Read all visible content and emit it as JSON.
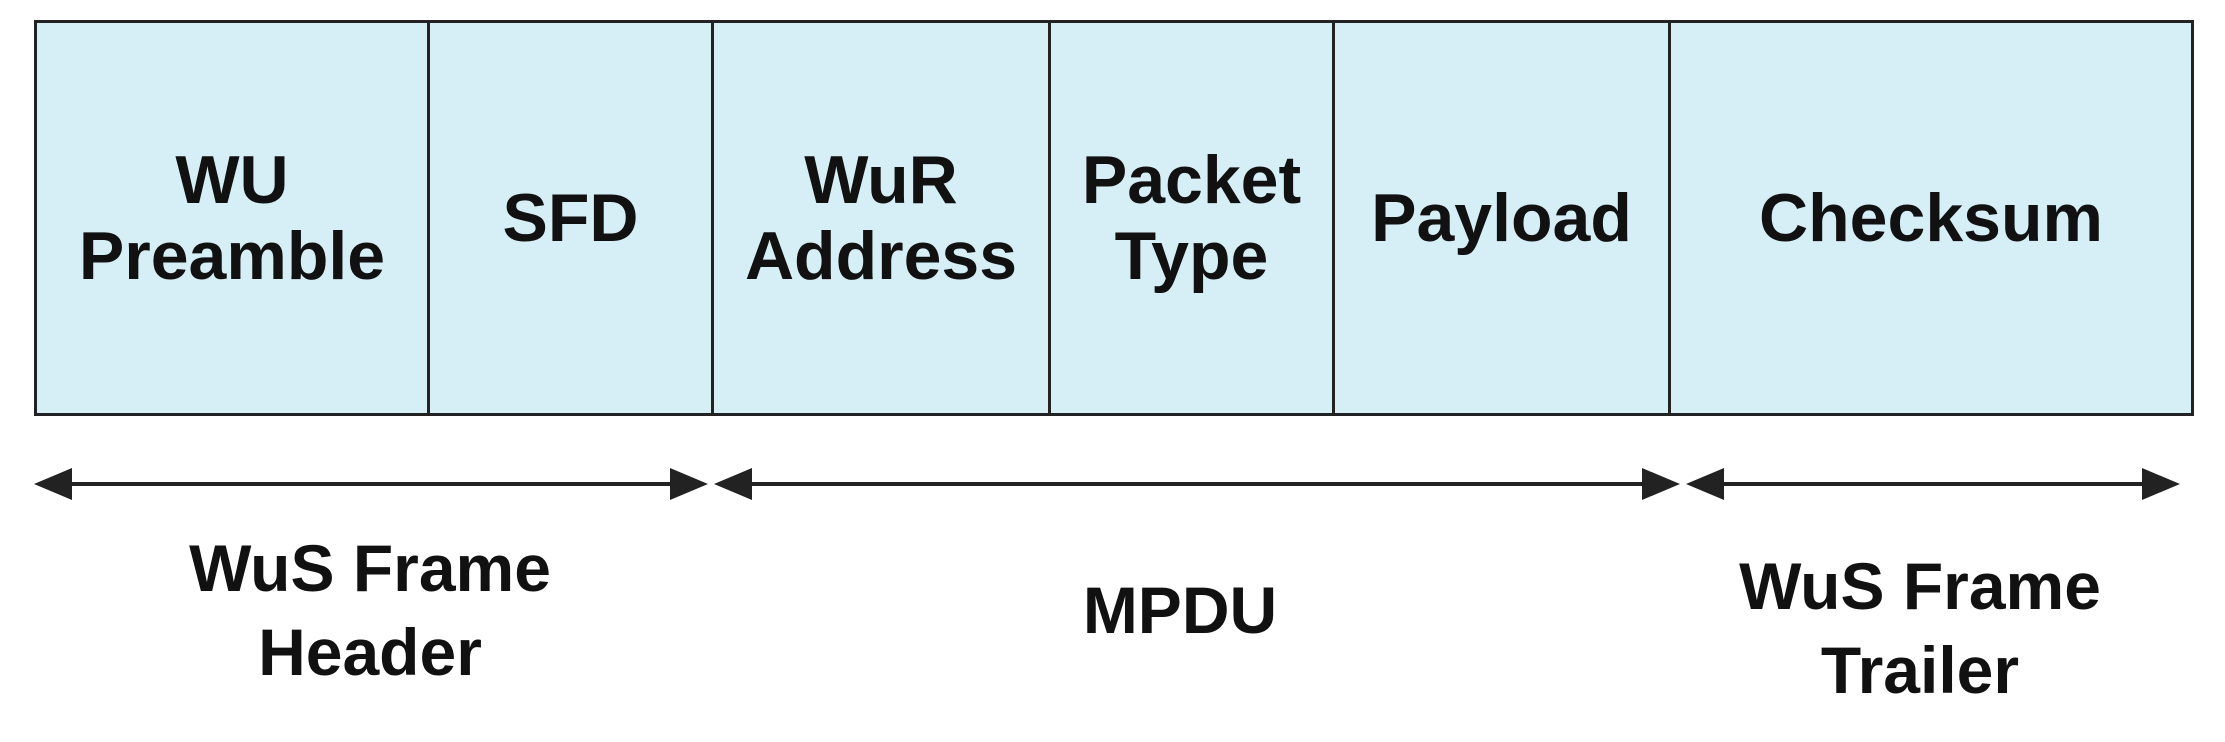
{
  "colors": {
    "field_fill": "#d6eef5",
    "border": "#222222",
    "arrow": "#222222",
    "text": "#111111"
  },
  "fields": [
    {
      "label": "WU\nPreamble"
    },
    {
      "label": "SFD"
    },
    {
      "label": "WuR\nAddress"
    },
    {
      "label": "Packet\nType"
    },
    {
      "label": "Payload"
    },
    {
      "label": "Checksum"
    }
  ],
  "groups": [
    {
      "label": "WuS Frame\nHeader"
    },
    {
      "label": "MPDU"
    },
    {
      "label": "WuS Frame\nTrailer"
    }
  ]
}
